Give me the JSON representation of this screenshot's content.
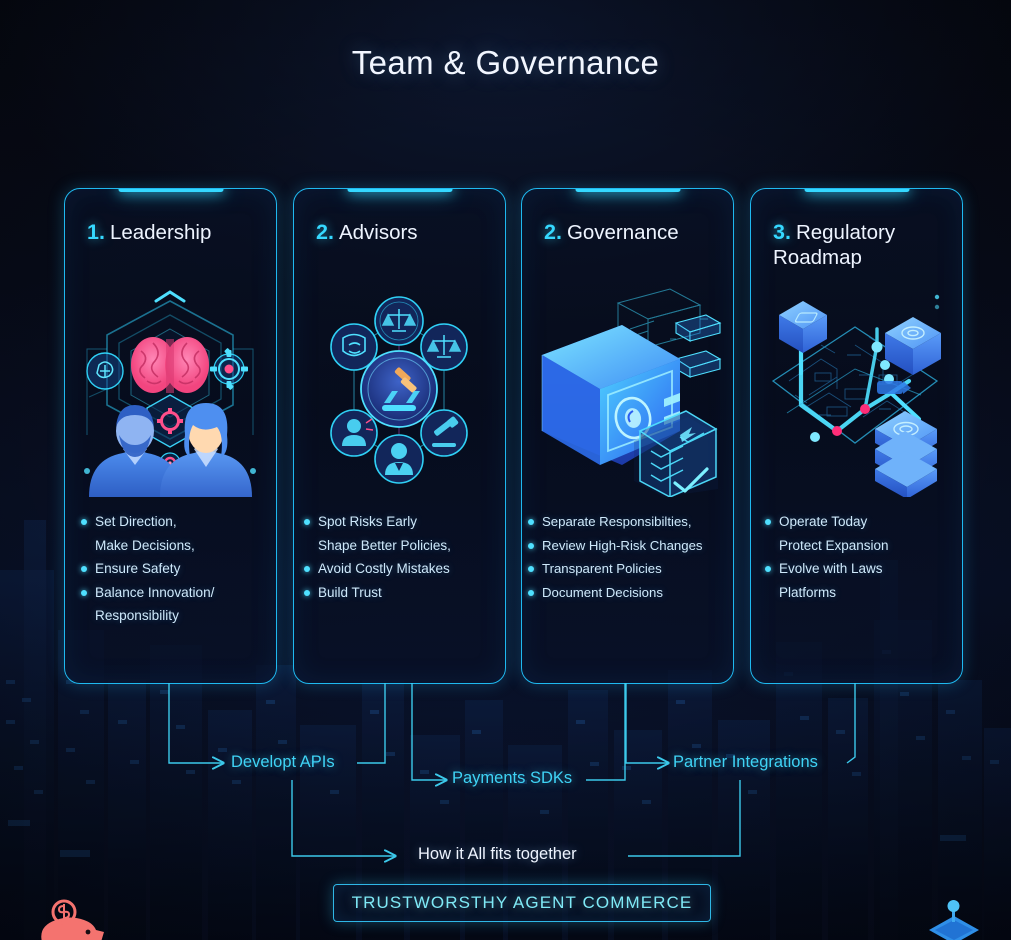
{
  "page": {
    "title": "Team & Governance",
    "background_color": "#05070f",
    "accent_cyan": "#35d8ff",
    "accent_pink": "#ff4f8b",
    "card_border": "#1fb9f0"
  },
  "cards": [
    {
      "number": "1.",
      "title": "Leadership",
      "illustration": "brain-team-hexagon-icon",
      "bullets": [
        {
          "dot": true,
          "text": "Set Direction,"
        },
        {
          "dot": false,
          "text": "Make Decisions,"
        },
        {
          "dot": true,
          "text": "Ensure Safety"
        },
        {
          "dot": true,
          "text": "Balance Innovation/"
        },
        {
          "dot": false,
          "text": "Responsibility"
        }
      ]
    },
    {
      "number": "2.",
      "title": "Advisors",
      "illustration": "advisor-network-nodes-icon",
      "bullets": [
        {
          "dot": true,
          "text": "Spot Risks Early"
        },
        {
          "dot": false,
          "text": "Shape Better Policies,"
        },
        {
          "dot": true,
          "text": "Avoid Costly Mistakes"
        },
        {
          "dot": true,
          "text": "Build Trust"
        }
      ]
    },
    {
      "number": "2.",
      "title": "Governance",
      "illustration": "vault-checklist-icon",
      "bullets": [
        {
          "dot": true,
          "text": "Separate Responsibilties,"
        },
        {
          "dot": true,
          "text": "Review High-Risk Changes"
        },
        {
          "dot": true,
          "text": "Transparent Policies"
        },
        {
          "dot": true,
          "text": "Document Decisions"
        }
      ]
    },
    {
      "number": "3.",
      "title": "Regulatory Roadmap",
      "illustration": "circuit-roadmap-cubes-icon",
      "bullets": [
        {
          "dot": true,
          "text": "Operate Today"
        },
        {
          "dot": false,
          "text": "Protect Expansion"
        },
        {
          "dot": true,
          "text": "Evolve with Laws"
        },
        {
          "dot": false,
          "text": "Platforms"
        }
      ]
    }
  ],
  "flow": {
    "labels": [
      {
        "text": "Developt APIs"
      },
      {
        "text": "Payments SDKs"
      },
      {
        "text": "Partner Integrations"
      },
      {
        "text": "How it All fits together"
      }
    ]
  },
  "banner": {
    "text": "TRUSTWORSTHY AGENT COMMERCE"
  },
  "decor": {
    "bottom_left": "piggy-bank-icon",
    "bottom_right": "isometric-node-icon"
  }
}
